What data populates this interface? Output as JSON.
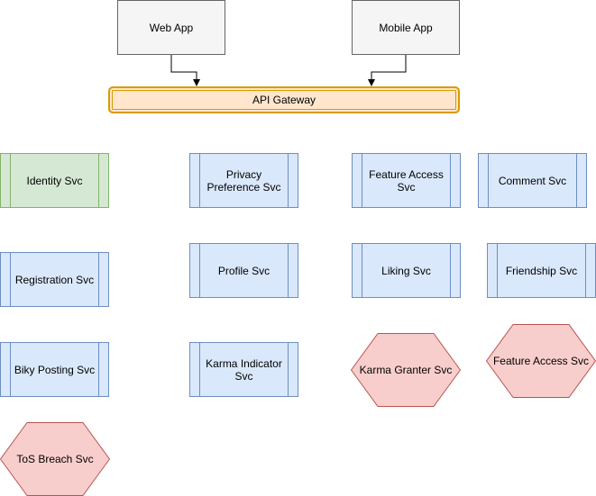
{
  "clients": {
    "web_app": "Web App",
    "mobile_app": "Mobile App"
  },
  "gateway": {
    "label": "API Gateway"
  },
  "services": {
    "identity": "Identity Svc",
    "privacy_preference": "Privacy Preference Svc",
    "feature_access": "Feature Access Svc",
    "comment": "Comment Svc",
    "registration": "Registration Svc",
    "profile": "Profile Svc",
    "liking": "Liking Svc",
    "friendship": "Friendship Svc",
    "biky_posting": "Biky Posting Svc",
    "karma_indicator": "Karma Indicator Svc"
  },
  "hexagon_services": {
    "karma_granter": "Karma Granter Svc",
    "feature_access_alt": "Feature Access Svc",
    "tos_breach": "ToS Breach Svc"
  },
  "colors": {
    "client_fill": "#f5f5f5",
    "client_stroke": "#666666",
    "gateway_fill": "#ffe6cc",
    "gateway_stroke": "#d79b00",
    "service_fill": "#dae8fc",
    "service_stroke": "#6c8ebf",
    "identity_fill": "#d5e8d4",
    "identity_stroke": "#82b366",
    "hexagon_fill": "#f8cecc",
    "hexagon_stroke": "#b85450"
  }
}
